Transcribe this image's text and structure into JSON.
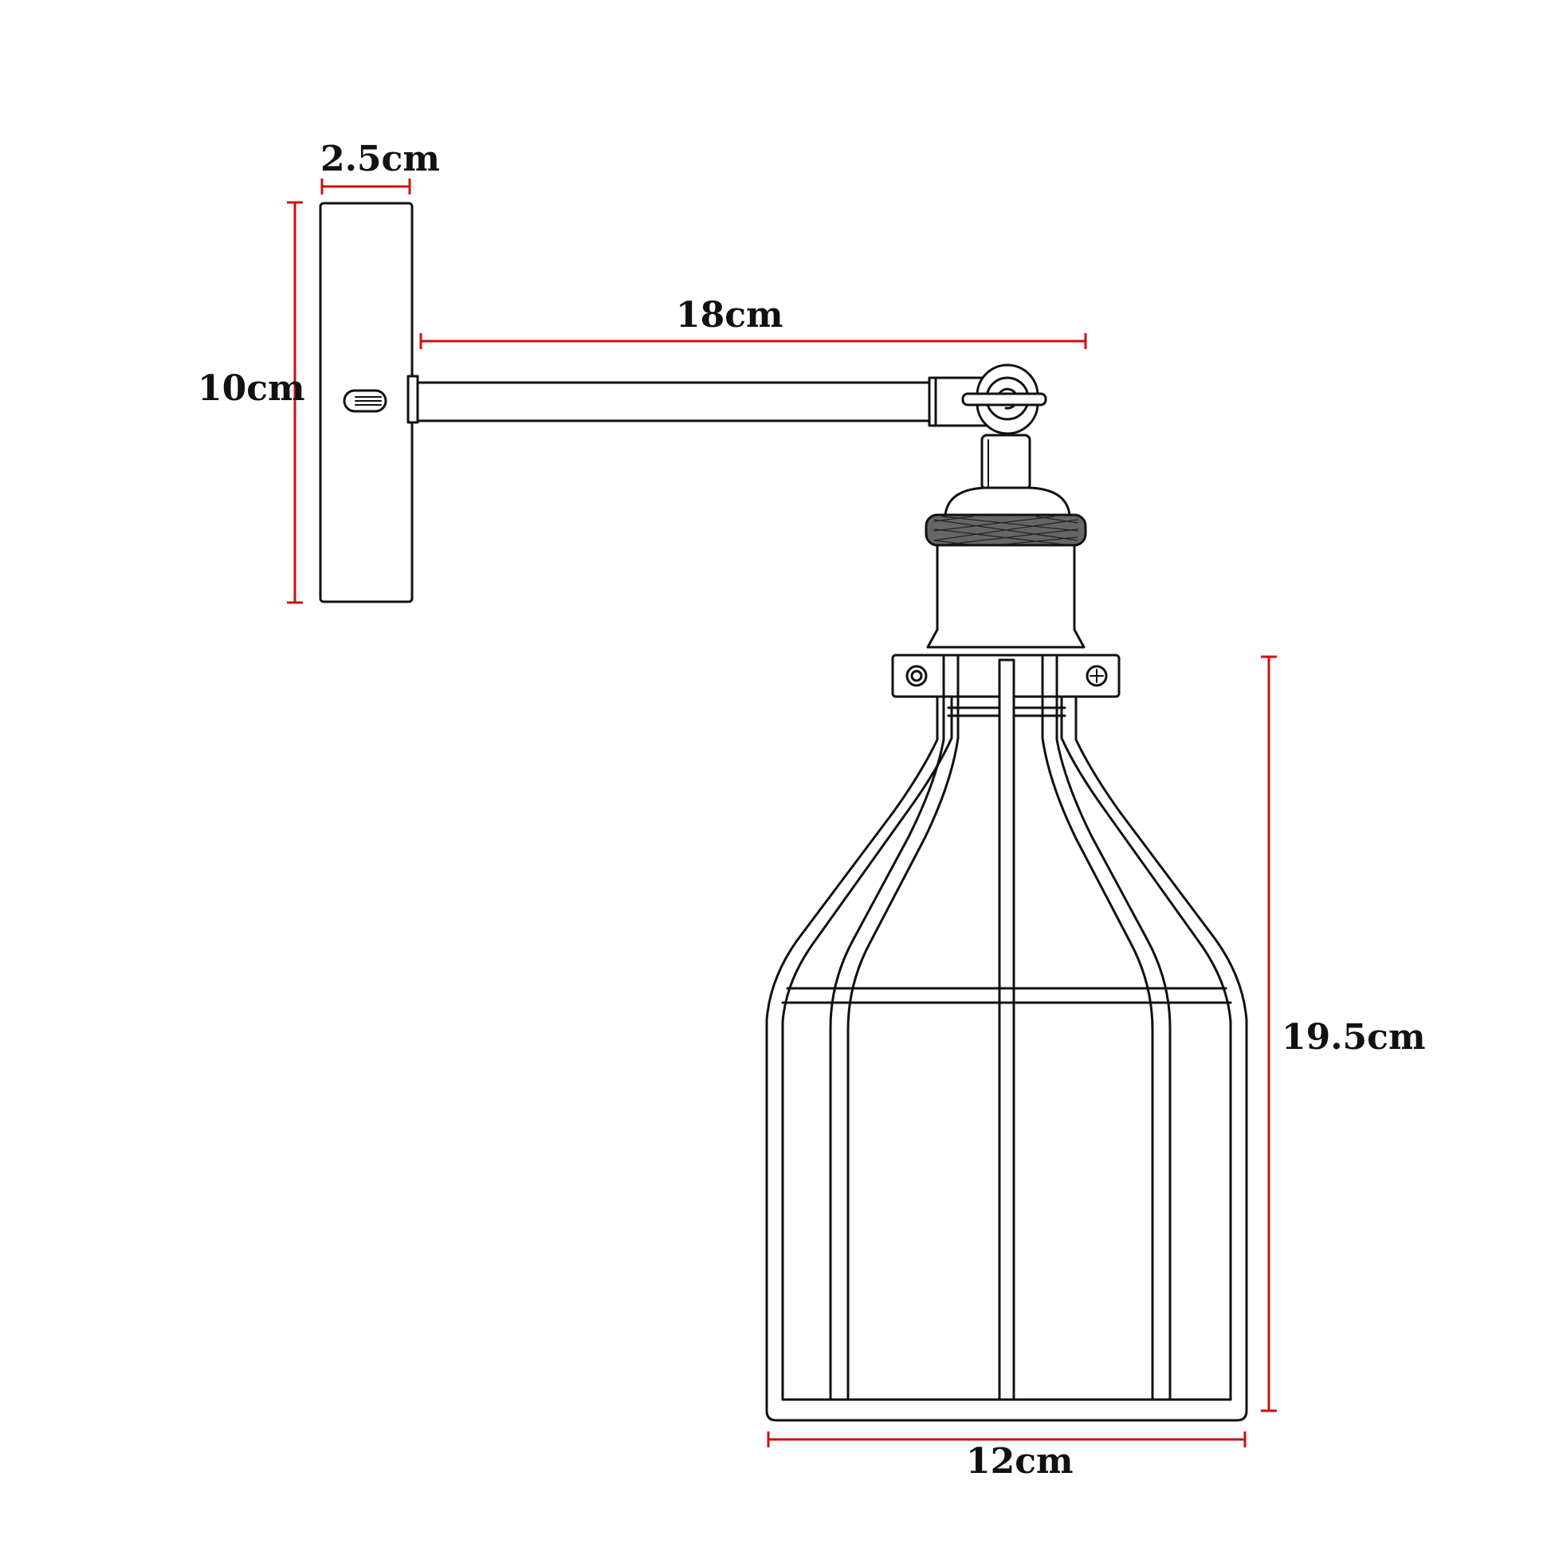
{
  "dimensions": {
    "plate_depth": "2.5cm",
    "plate_height": "10cm",
    "arm_length": "18cm",
    "cage_height": "19.5cm",
    "cage_width": "12cm"
  },
  "colors": {
    "line": "#111111",
    "dimension_line": "#cc1111",
    "background": "#ffffff"
  }
}
